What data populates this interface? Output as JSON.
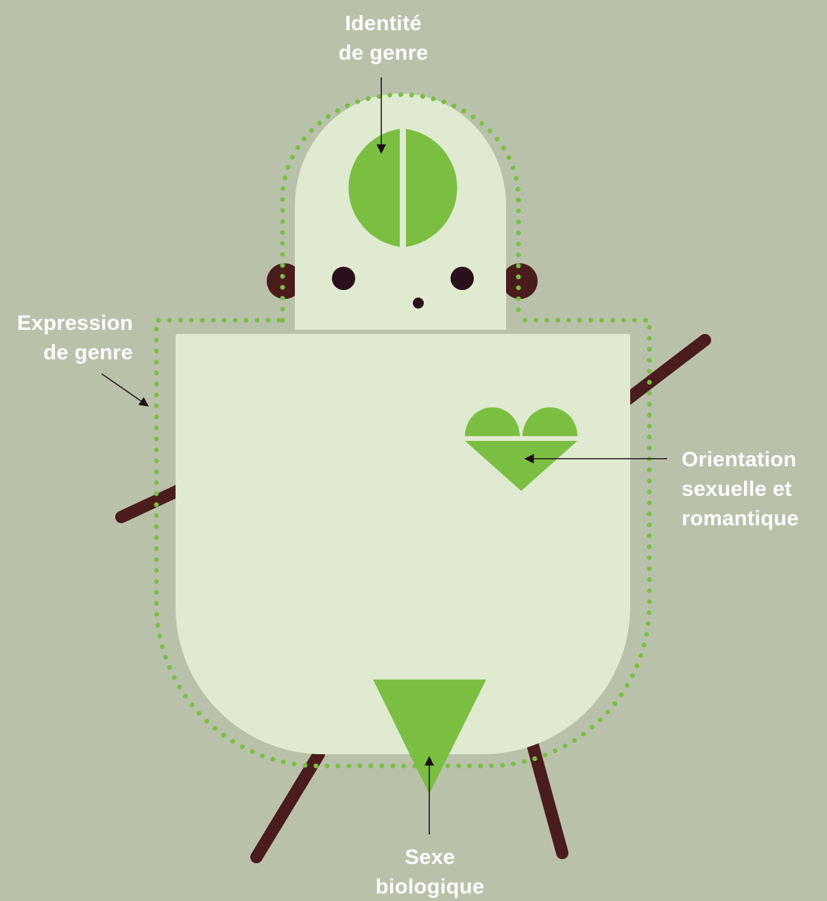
{
  "labels": {
    "gender_identity": [
      "Identité",
      "de genre"
    ],
    "gender_expression": [
      "Expression",
      "de genre"
    ],
    "orientation": [
      "Orientation",
      "sexuelle et",
      "romantique"
    ],
    "biological_sex": [
      "Sexe",
      "biologique"
    ]
  },
  "colors": {
    "background": "#b9c1ab",
    "body_fill": "#dfead0",
    "green": "#7bbf42",
    "limb": "#4a1c1c",
    "eye": "#2a0f1c",
    "arrow": "#1e0f12",
    "text": "#ffffff"
  },
  "icons": {
    "brain": "split-circle-icon",
    "heart": "split-heart-icon",
    "sex": "inverted-triangle-icon"
  }
}
